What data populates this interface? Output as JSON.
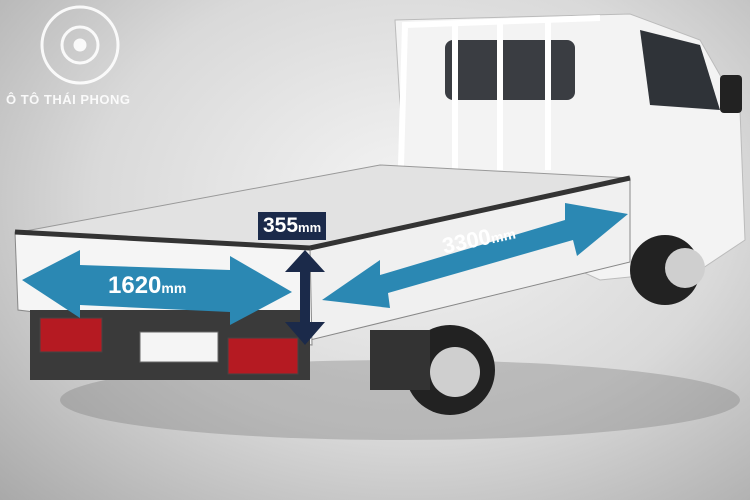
{
  "watermark": {
    "text": "Ô TÔ THÁI PHONG"
  },
  "dimensions": {
    "width": {
      "value": "1620",
      "unit": "mm"
    },
    "height": {
      "value": "355",
      "unit": "mm"
    },
    "length": {
      "value": "3300",
      "unit": "mm"
    }
  },
  "colors": {
    "arrow": "#2b88b3",
    "label_bg": "#1b2a4a",
    "truck": "#f2f2f2"
  }
}
